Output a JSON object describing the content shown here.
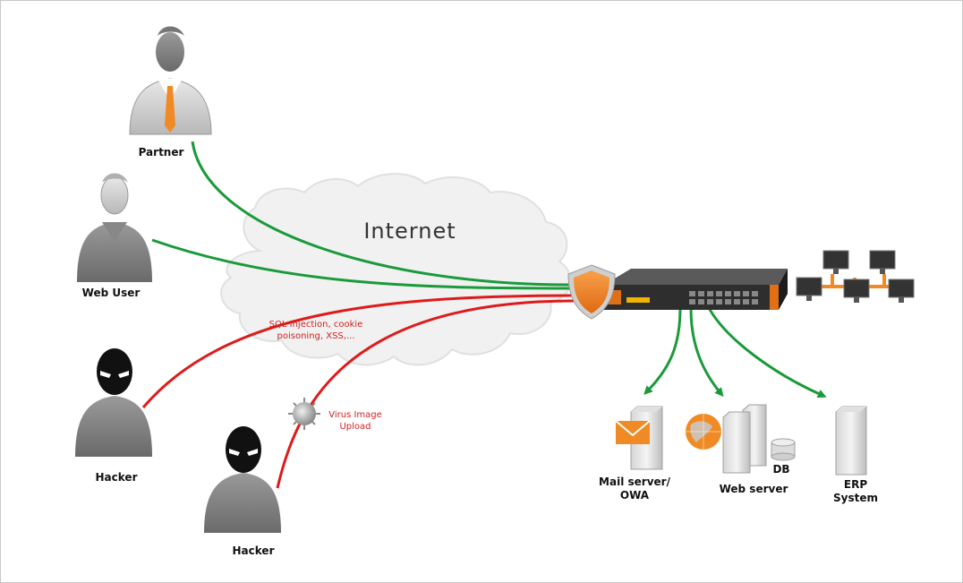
{
  "cloud": {
    "title": "Internet"
  },
  "actors": {
    "partner": "Partner",
    "web_user": "Web User",
    "hacker_1": "Hacker",
    "hacker_2": "Hacker"
  },
  "annotations": {
    "attack_line1": "SQL Injection, cookie",
    "attack_line2": "poisoning, XSS,...",
    "virus_line1": "Virus Image",
    "virus_line2": "Upload"
  },
  "servers": {
    "mail_line1": "Mail server/",
    "mail_line2": "OWA",
    "web": "Web server",
    "db": "DB",
    "erp_line1": "ERP",
    "erp_line2": "System"
  },
  "colors": {
    "legit": "#1a9a3a",
    "attack": "#dd1b1b",
    "accent": "#f08a24"
  },
  "icons": [
    "person-partner-icon",
    "person-web-user-icon",
    "hacker-icon",
    "shield-icon",
    "firewall-appliance-icon",
    "network-monitors-icon",
    "mail-server-icon",
    "web-server-icon",
    "database-icon",
    "erp-server-icon",
    "virus-icon"
  ]
}
